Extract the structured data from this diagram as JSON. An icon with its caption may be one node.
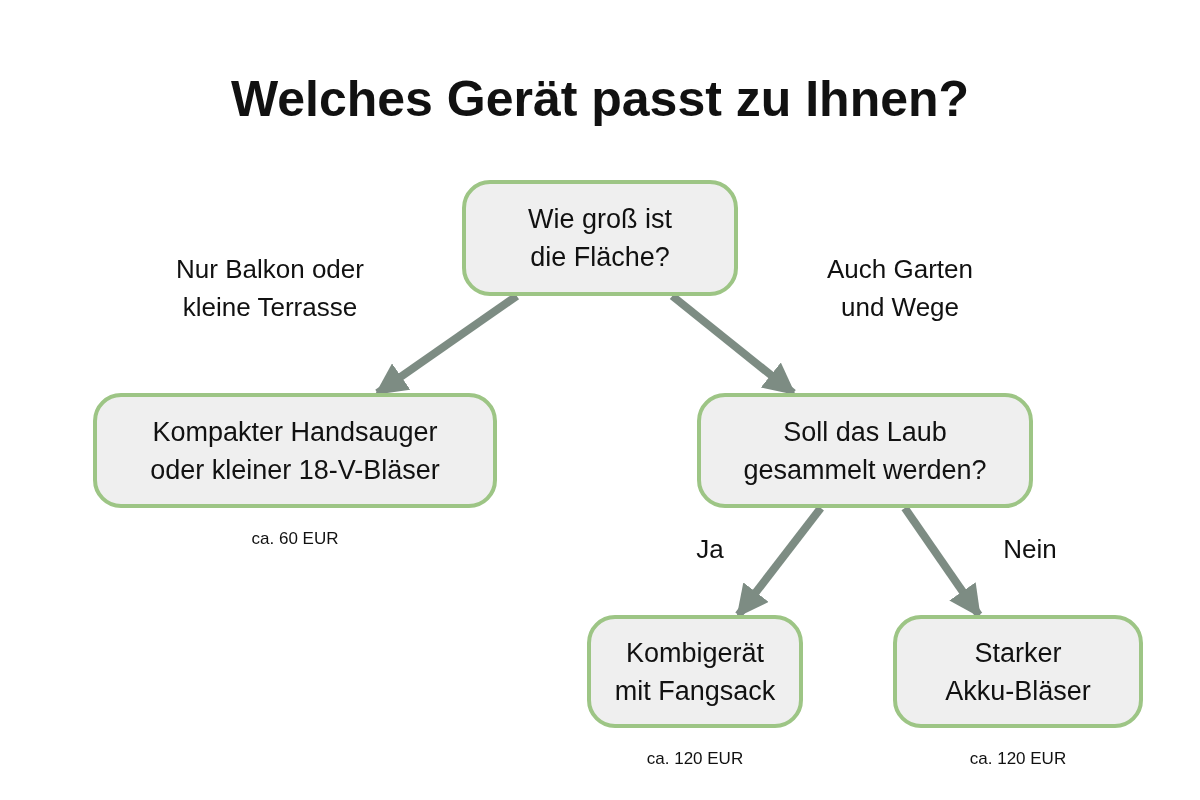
{
  "diagram": {
    "title": "Welches Gerät passt zu Ihnen?",
    "nodes": [
      {
        "text": [
          "Wie groß ist die Fläche?"
        ]
      },
      {
        "text": [
          "Kompakter Handsauger oder kleiner 18-V-Bläser"
        ],
        "beside": [
          "ca. 60 EUR"
        ]
      },
      {
        "text": [
          "Soll das Laub gesammelt werden?"
        ]
      },
      {
        "text": [
          "Kombigerät mit Fangsack"
        ],
        "beside": [
          "ca. 120 EUR"
        ]
      },
      {
        "text": [
          "Starker Akku-Bläser"
        ],
        "beside": [
          "ca. 120 EUR"
        ]
      }
    ],
    "edges": [
      {
        "from": 0,
        "to": 1,
        "arrow": "to",
        "label": "Nur Balkon oder kleine Terrasse"
      },
      {
        "from": 0,
        "to": 2,
        "arrow": "to",
        "label": "Auch Garten und Wege"
      },
      {
        "from": 2,
        "to": 3,
        "arrow": "to",
        "label": "Ja"
      },
      {
        "from": 2,
        "to": 4,
        "arrow": "to",
        "label": "Nein"
      }
    ]
  }
}
